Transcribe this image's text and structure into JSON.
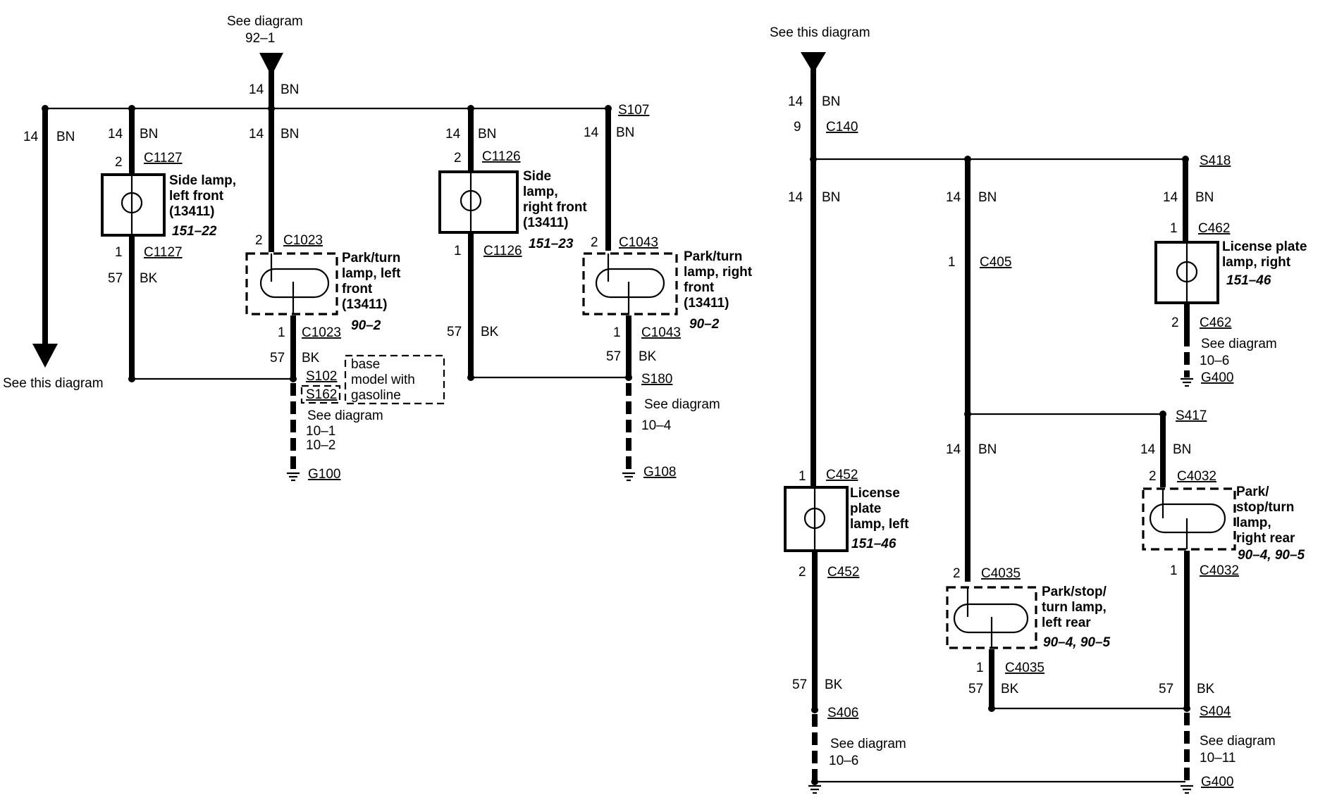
{
  "left": {
    "top_ref": {
      "line1": "See diagram",
      "line2": "92–1"
    },
    "main_feed": {
      "gauge": "14",
      "color": "BN"
    },
    "arrow_ref": "See this diagram",
    "arrow_wire": {
      "gauge": "14",
      "color": "BN"
    },
    "side_left": {
      "wire_top": {
        "gauge": "14",
        "color": "BN"
      },
      "pin_top": "2",
      "conn": "C1127",
      "label": [
        "Side lamp,",
        "left front",
        "(13411)"
      ],
      "ref": "151–22",
      "pin_bot": "1",
      "conn_bot": "C1127",
      "wire_bot": {
        "gauge": "57",
        "color": "BK"
      }
    },
    "park_left": {
      "wire_top": {
        "gauge": "14",
        "color": "BN"
      },
      "pin_top": "2",
      "conn": "C1023",
      "label": [
        "Park/turn",
        "lamp, left",
        "front",
        "(13411)"
      ],
      "ref": "90–2",
      "pin_bot": "1",
      "conn_bot": "C1023",
      "wire_bot": {
        "gauge": "57",
        "color": "BK"
      },
      "splice1": "S102",
      "splice2": "S162",
      "note": [
        "base",
        "model with",
        "gasoline"
      ],
      "see": [
        "See diagram",
        "10–1",
        "10–2"
      ],
      "ground": "G100"
    },
    "side_right": {
      "wire_top": {
        "gauge": "14",
        "color": "BN"
      },
      "pin_top": "2",
      "conn": "C1126",
      "label": [
        "Side",
        "lamp,",
        "right front",
        "(13411)"
      ],
      "ref": "151–23",
      "pin_bot": "1",
      "conn_bot": "C1126",
      "wire_bot": {
        "gauge": "57",
        "color": "BK"
      }
    },
    "park_right": {
      "splice_top": "S107",
      "wire_top": {
        "gauge": "14",
        "color": "BN"
      },
      "pin_top": "2",
      "conn": "C1043",
      "label": [
        "Park/turn",
        "lamp, right",
        "front",
        "(13411)"
      ],
      "ref": "90–2",
      "pin_bot": "1",
      "conn_bot": "C1043",
      "wire_bot": {
        "gauge": "57",
        "color": "BK"
      },
      "splice": "S180",
      "see": [
        "See diagram",
        "10–4"
      ],
      "ground": "G108"
    }
  },
  "right": {
    "top_ref": "See this diagram",
    "feed": {
      "gauge": "14",
      "color": "BN"
    },
    "c140": {
      "pin": "9",
      "conn": "C140"
    },
    "s418": "S418",
    "col1": {
      "wire_top": {
        "gauge": "14",
        "color": "BN"
      },
      "pin_top": "1",
      "conn": "C452",
      "label": [
        "License",
        "plate",
        "lamp, left"
      ],
      "ref": "151–46",
      "pin_bot": "2",
      "conn_bot": "C452",
      "wire_bot": {
        "gauge": "57",
        "color": "BK"
      },
      "splice": "S406",
      "see": [
        "See diagram",
        "10–6"
      ]
    },
    "col2": {
      "wire_top": {
        "gauge": "14",
        "color": "BN"
      },
      "c405_pin": "1",
      "c405": "C405",
      "wire_mid": {
        "gauge": "14",
        "color": "BN"
      },
      "pin_top": "2",
      "conn": "C4035",
      "label": [
        "Park/stop/",
        "turn lamp,",
        "left rear"
      ],
      "ref": "90–4, 90–5",
      "pin_bot": "1",
      "conn_bot": "C4035",
      "wire_bot": {
        "gauge": "57",
        "color": "BK"
      }
    },
    "col3": {
      "wire_top": {
        "gauge": "14",
        "color": "BN"
      },
      "pin_top": "1",
      "conn": "C462",
      "label": [
        "License plate",
        "lamp, right"
      ],
      "ref": "151–46",
      "pin_bot": "2",
      "conn_bot": "C462",
      "see": [
        "See diagram",
        "10–6"
      ],
      "ground": "G400"
    },
    "s417": "S417",
    "col4": {
      "wire_top": {
        "gauge": "14",
        "color": "BN"
      },
      "pin_top": "2",
      "conn": "C4032",
      "label": [
        "Park/",
        "stop/turn",
        "lamp,",
        "right rear"
      ],
      "ref": "90–4, 90–5",
      "pin_bot": "1",
      "conn_bot": "C4032",
      "wire_bot": {
        "gauge": "57",
        "color": "BK"
      },
      "splice": "S404",
      "see": [
        "See diagram",
        "10–11"
      ],
      "ground": "G400"
    }
  }
}
